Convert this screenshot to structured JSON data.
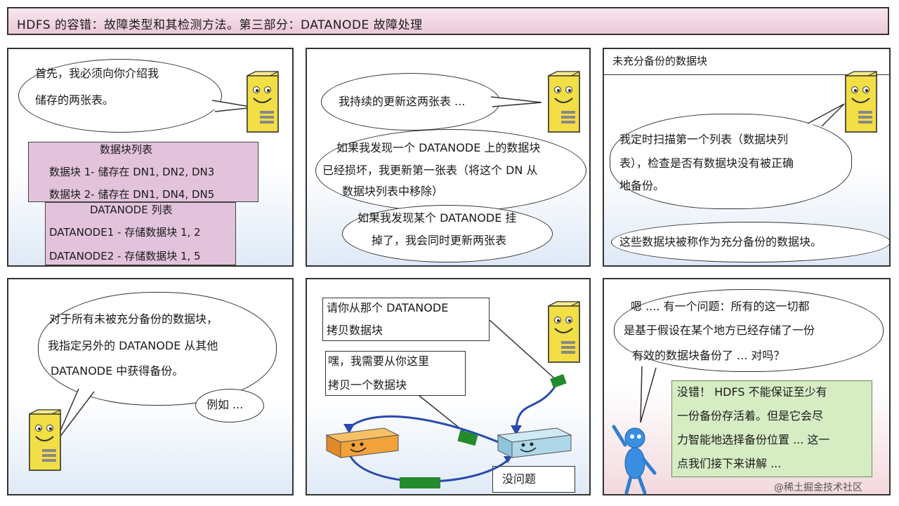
{
  "title": "HDFS 的容错：故障类型和其检测方法。第三部分：DATANODE 故障处理",
  "panel1": {
    "speech": [
      "首先，我必须向你介绍我",
      "储存的两张表。"
    ],
    "block_table": {
      "heading": "数据块列表",
      "rows": [
        "数据块 1- 储存在 DN1, DN2, DN3",
        "数据块 2- 储存在 DN1, DN4, DN5"
      ]
    },
    "datanode_table": {
      "heading": "DATANODE 列表",
      "rows": [
        "DATANODE1 - 存储数据块 1, 2",
        "DATANODE2 - 存储数据块 1, 5"
      ]
    }
  },
  "panel2": {
    "speech1": "我持续的更新这两张表 ...",
    "speech2": [
      "如果我发现一个 DATANODE 上的数据块",
      "已经损坏，我更新第一张表（将这个 DN 从",
      "数据块列表中移除）"
    ],
    "speech3": [
      "如果我发现某个 DATANODE 挂",
      "掉了，我会同时更新两张表"
    ]
  },
  "panel3": {
    "header": "未充分备份的数据块",
    "speech1": [
      "我定时扫描第一个列表（数据块列",
      "表），检查是否有数据块没有被正确",
      "地备份。"
    ],
    "speech2": "这些数据块被称作为充分备份的数据块。"
  },
  "panel4": {
    "speech": [
      "对于所有未被充分备份的数据块，",
      "我指定另外的 DATANODE 从其他",
      "DATANODE 中获得备份。"
    ],
    "speech_small": "例如 ..."
  },
  "panel5": {
    "note1": [
      "请你从那个 DATANODE",
      "拷贝数据块"
    ],
    "note2": [
      "嘿，我需要从你这里",
      "拷贝一个数据块"
    ],
    "note3": "没问题"
  },
  "panel6": {
    "speech": [
      "嗯 .... 有一个问题：所有的这一切都",
      "是基于假设在某个地方已经存储了一份",
      "有效的数据块备份了 ... 对吗？"
    ],
    "answer": [
      "没错！ HDFS 不能保证至少有",
      "一份备份存活着。但是它会尽",
      "力智能地选择备份位置 ... 这一",
      "点我们接下来讲解 ..."
    ]
  },
  "watermark": "@稀土掘金技术社区",
  "colors": {
    "table_fill": "#e3c3dc",
    "answer_fill": "#d6edc4",
    "server_yellow": "#f2de45",
    "green_tag": "#238a2e"
  }
}
